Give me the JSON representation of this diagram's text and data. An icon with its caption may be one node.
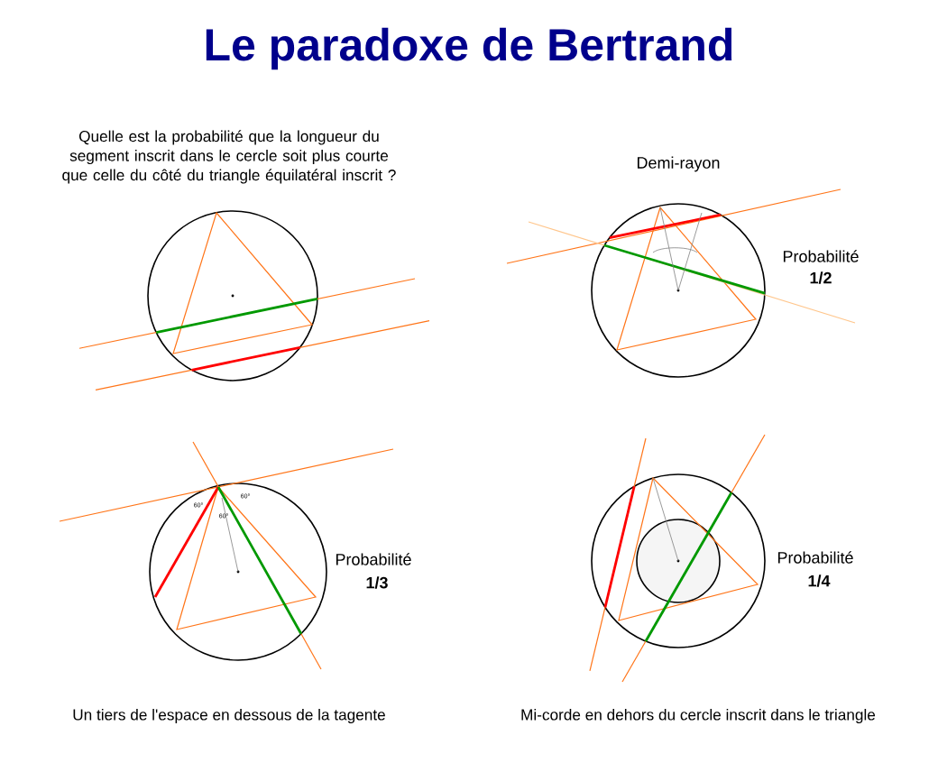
{
  "diagram": {
    "title": "Le paradoxe de Bertrand",
    "labels": [
      "Quelle est la probabilité que la longueur du segment inscrit dans le cercle soit plus courte que celle du côté du triangle équilatéral inscrit ?",
      "Demi-rayon",
      "Probabilité",
      "1/2",
      "60°",
      "60°",
      "60°",
      "Probabilité",
      "1/3",
      "Probabilité",
      "1/4",
      "Un tiers de l'espace en dessous de la tagente",
      "Mi-corde en dehors du cercle inscrit dans le triangle"
    ]
  }
}
